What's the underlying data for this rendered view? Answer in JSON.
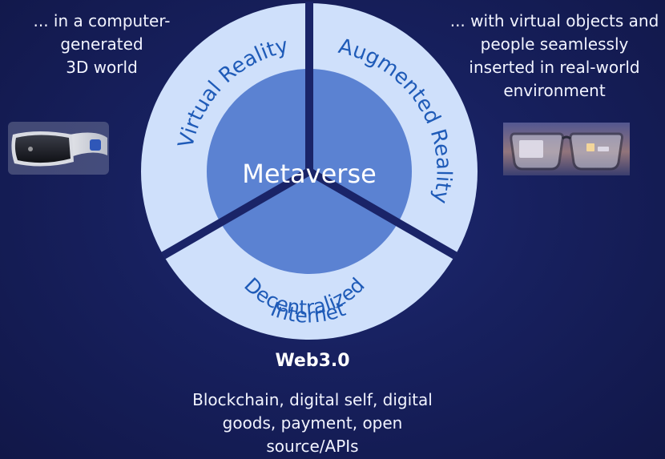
{
  "left_caption": {
    "lines": [
      "... in a computer-",
      "generated",
      "3D world"
    ]
  },
  "right_caption": {
    "lines": [
      "... with virtual objects and",
      "people seamlessly",
      "inserted in real-world",
      "environment"
    ]
  },
  "diagram": {
    "center_label": "Metaverse",
    "segments": {
      "virtual_reality": "Virtual Reality",
      "augmented_reality": "Augmented Reality",
      "decentralized_line1": "Decentralized",
      "decentralized_line2": "Internet"
    },
    "colors": {
      "ring": "#cfe0fb",
      "center": "#5b82d2",
      "divider": "#1a2468",
      "segment_text": "#1f5bb8",
      "center_text": "#ffffff"
    }
  },
  "web3": {
    "title": "Web3.0",
    "description_lines": [
      "Blockchain, digital self, digital",
      "goods, payment, open",
      "source/APIs"
    ]
  },
  "images": {
    "left": "vr-headset",
    "right": "ar-glasses"
  }
}
